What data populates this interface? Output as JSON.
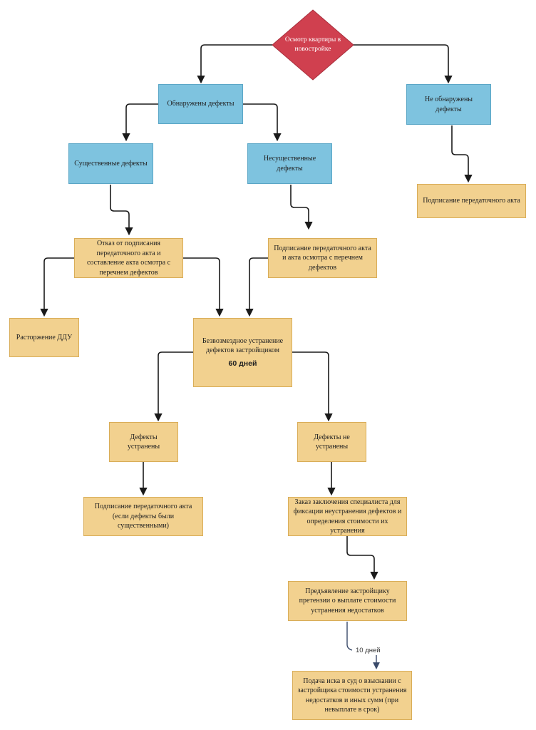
{
  "nodes": {
    "start": "Осмотр квартиры в новостройке",
    "found": "Обнаружены дефекты",
    "not_found": "Не обнаружены дефекты",
    "significant": "Существенные дефекты",
    "insignificant": "Несущественные дефекты",
    "sign_act_top": "Подписание передаточного акта",
    "refuse": "Отказ от подписания передаточного акта и составление акта осмотра с перечнем дефектов",
    "sign_with_inspection": "Подписание передаточного акта и акта осмотра с перечнем дефектов",
    "terminate": "Расторжение ДДУ",
    "free_fix": "Безвозмездное устранение дефектов застройщиком",
    "free_fix_days": "60 дней",
    "fixed": "Дефекты устранены",
    "not_fixed": "Дефекты не устранены",
    "sign_if_significant": "Подписание передаточного акта (если дефекты были существенными)",
    "expert": "Заказ заключения специалиста для фиксации неустранения дефектов и определения стоимости их устранения",
    "claim": "Предъявление застройщику претензии о выплате стоимости устранения недостатков",
    "lawsuit": "Подача иска в суд о взыскании с застройщика стоимости устранения недостатков и иных сумм (при невыплате в срок)"
  },
  "edge_labels": {
    "claim_to_lawsuit": "10 дней"
  },
  "colors": {
    "decision": "#d0404f",
    "category": "#7ec3df",
    "action": "#f2d18f",
    "edge": "#1a1a1a",
    "edge_label_arrow": "#3a4a6a"
  }
}
